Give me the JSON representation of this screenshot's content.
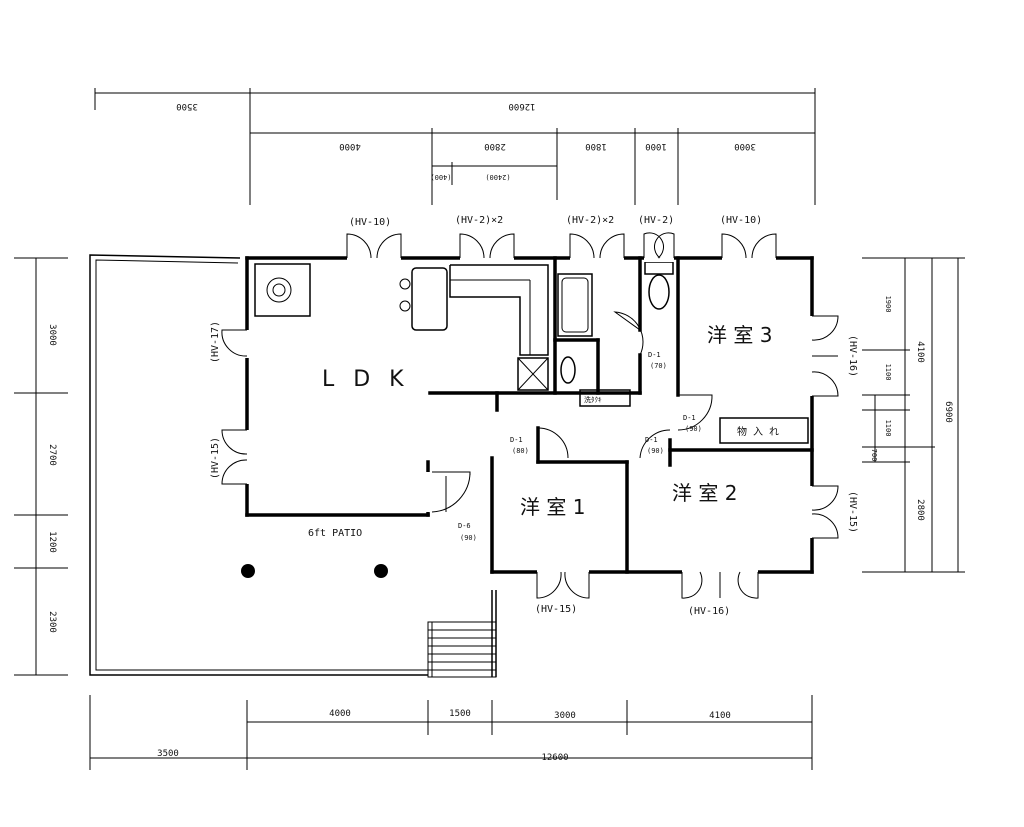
{
  "dimensions": {
    "top_outer": [
      "3500",
      "12600"
    ],
    "top_inner": [
      "4000",
      "2800",
      "1800",
      "1000",
      "3000"
    ],
    "top_sub": [
      "(2400)",
      "(400)"
    ],
    "left": [
      "3000",
      "2700",
      "1200",
      "2300"
    ],
    "right_inner": [
      "1900",
      "1100",
      "1100",
      "700"
    ],
    "right_mid": [
      "4100",
      "2800"
    ],
    "right_outer": [
      "6900"
    ],
    "bottom_inner": [
      "4000",
      "1500",
      "3000",
      "4100"
    ],
    "bottom_outer": [
      "3500",
      "12600"
    ]
  },
  "rooms": {
    "ldk": "L D K",
    "bed1": "洋 室 1",
    "bed2": "洋 室 2",
    "bed3": "洋 室 3",
    "closet": "物 入 れ",
    "laundry": "洗ﾀｸｷ"
  },
  "windows": {
    "top": [
      "(HV-10)",
      "(HV-2)×2",
      "(HV-2)×2",
      "(HV-2)",
      "(HV-10)"
    ],
    "left": [
      "(HV-17)",
      "(HV-15)"
    ],
    "right": [
      "(HV-16)",
      "(HV-15)"
    ],
    "bottom": [
      "(HV-15)",
      "(HV-16)"
    ]
  },
  "doors": {
    "d1_bath": "D-1",
    "d1_bath_size": "(70)",
    "d1_bed3": "D-1",
    "d1_bed3_size": "(90)",
    "d1_bed1": "D-1",
    "d1_bed1_size": "(80)",
    "d1_bed2": "D-1",
    "d1_bed2_size": "(90)",
    "d6": "D-6",
    "d6_size": "(90)"
  },
  "patio": "6ft PATIO"
}
